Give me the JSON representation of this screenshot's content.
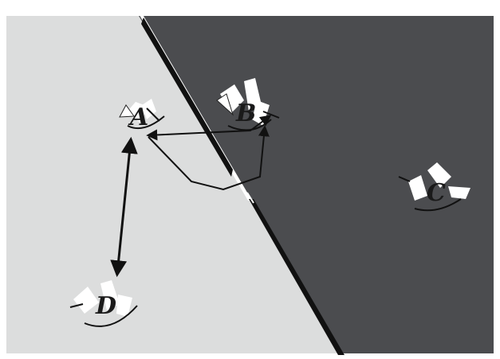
{
  "colors": {
    "light_region": "#dcdddd",
    "dark_region": "#4b4c4f",
    "divider": "#111111",
    "highlight": "#ffffff",
    "arrow": "#111111",
    "label": "#1a1a1a"
  },
  "nodes": [
    {
      "id": "A",
      "label": "A"
    },
    {
      "id": "B",
      "label": "B"
    },
    {
      "id": "C",
      "label": "C"
    },
    {
      "id": "D",
      "label": "D"
    }
  ],
  "edges": [
    {
      "from": "A",
      "to": "D",
      "direction": "both"
    },
    {
      "from": "A",
      "to": "B",
      "direction": "both"
    },
    {
      "from": "A",
      "to": "B",
      "direction": "forward",
      "path": "lower-detour"
    }
  ]
}
